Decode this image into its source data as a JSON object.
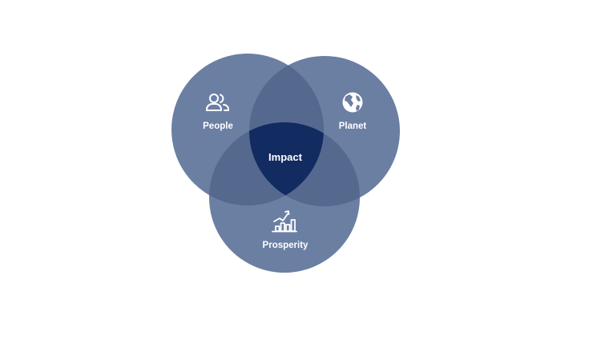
{
  "diagram": {
    "type": "venn-3",
    "colors": {
      "background": "#ffffff",
      "circle_fill": "#6b7fa3",
      "pair_overlap_fill": "#55698f",
      "center_fill": "#122b61",
      "text": "#ffffff"
    },
    "sets": [
      {
        "id": "people",
        "label": "People",
        "icon": "people-icon"
      },
      {
        "id": "planet",
        "label": "Planet",
        "icon": "globe-icon"
      },
      {
        "id": "prosperity",
        "label": "Prosperity",
        "icon": "growth-chart-icon"
      }
    ],
    "center": {
      "label": "Impact"
    }
  }
}
